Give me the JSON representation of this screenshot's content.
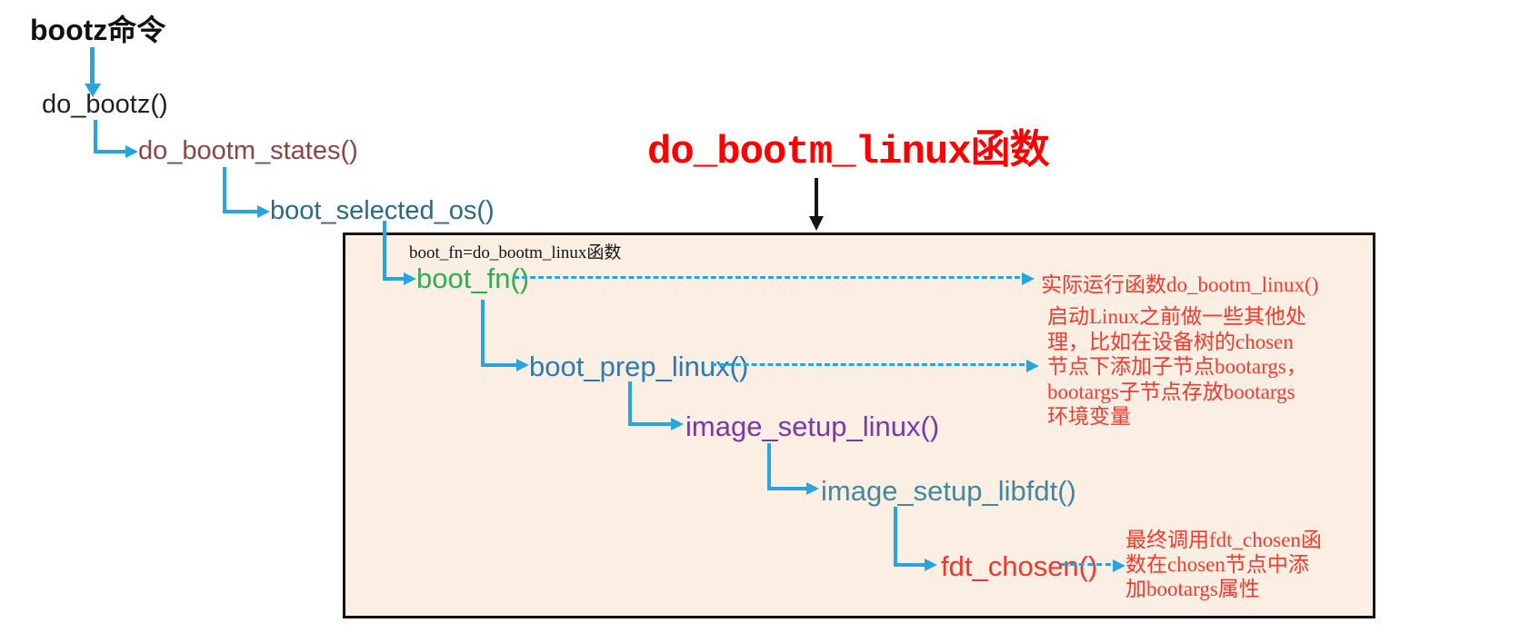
{
  "title": "do_bootm_linux函数",
  "outer_chain": {
    "bootz": "bootz命令",
    "do_bootz": "do_bootz()",
    "do_bootm_states": "do_bootm_states()",
    "boot_selected_os": "boot_selected_os()"
  },
  "box": {
    "note": "boot_fn=do_bootm_linux函数",
    "chain": {
      "boot_fn": "boot_fn()",
      "boot_prep_linux": "boot_prep_linux()",
      "image_setup_linux": "image_setup_linux()",
      "image_setup_libfdt": "image_setup_libfdt()",
      "fdt_chosen": "fdt_chosen()"
    },
    "annotations": {
      "boot_fn": "实际运行函数do_bootm_linux()",
      "boot_prep_linux": "启动Linux之前做一些其他处\n理，比如在设备树的chosen\n节点下添加子节点bootargs，\nbootargs子节点存放bootargs\n环境变量",
      "fdt_chosen": "最终调用fdt_chosen函\n数在chosen节点中添\n加bootargs属性"
    }
  },
  "colors": {
    "title": "#FF0000",
    "annotation": "#F8382D",
    "flow_arrow": "#27A5DF",
    "title_arrow": "#141414",
    "box_bg": "#FBEFE4",
    "box_border": "#141414",
    "bootz": "#111111",
    "do_bootz": "#1F1F1F",
    "do_bootm_states": "#8B4642",
    "boot_selected_os": "#2B6A85",
    "boot_fn": "#31AC4F",
    "boot_prep_linux": "#2D79B5",
    "image_setup_linux": "#7A38A8",
    "image_setup_libfdt": "#43889F",
    "fdt_chosen": "#F5352C"
  }
}
